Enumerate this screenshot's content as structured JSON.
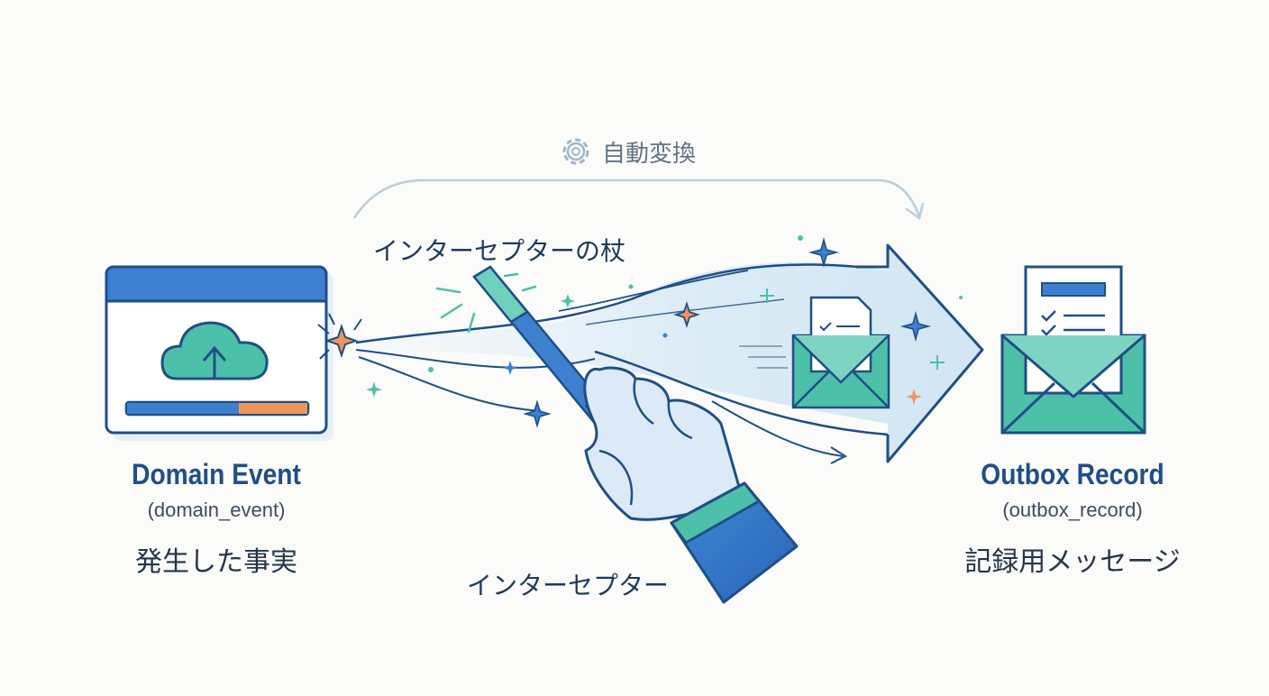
{
  "auto_convert": {
    "label": "自動変換",
    "icon": "gear-icon"
  },
  "wand": {
    "label": "インターセプターの杖"
  },
  "interceptor": {
    "label": "インターセプター"
  },
  "domain_event": {
    "title": "Domain Event",
    "code": "(domain_event)",
    "description": "発生した事実",
    "icon": "cloud-upload-icon"
  },
  "outbox_record": {
    "title": "Outbox Record",
    "code": "(outbox_record)",
    "description": "記録用メッセージ",
    "icon": "envelope-checklist-icon"
  },
  "colors": {
    "navy": "#1f4f86",
    "blue": "#3f7fd0",
    "teal": "#4cc0a8",
    "orange": "#f0955a",
    "light_blue": "#d8eaf6"
  }
}
